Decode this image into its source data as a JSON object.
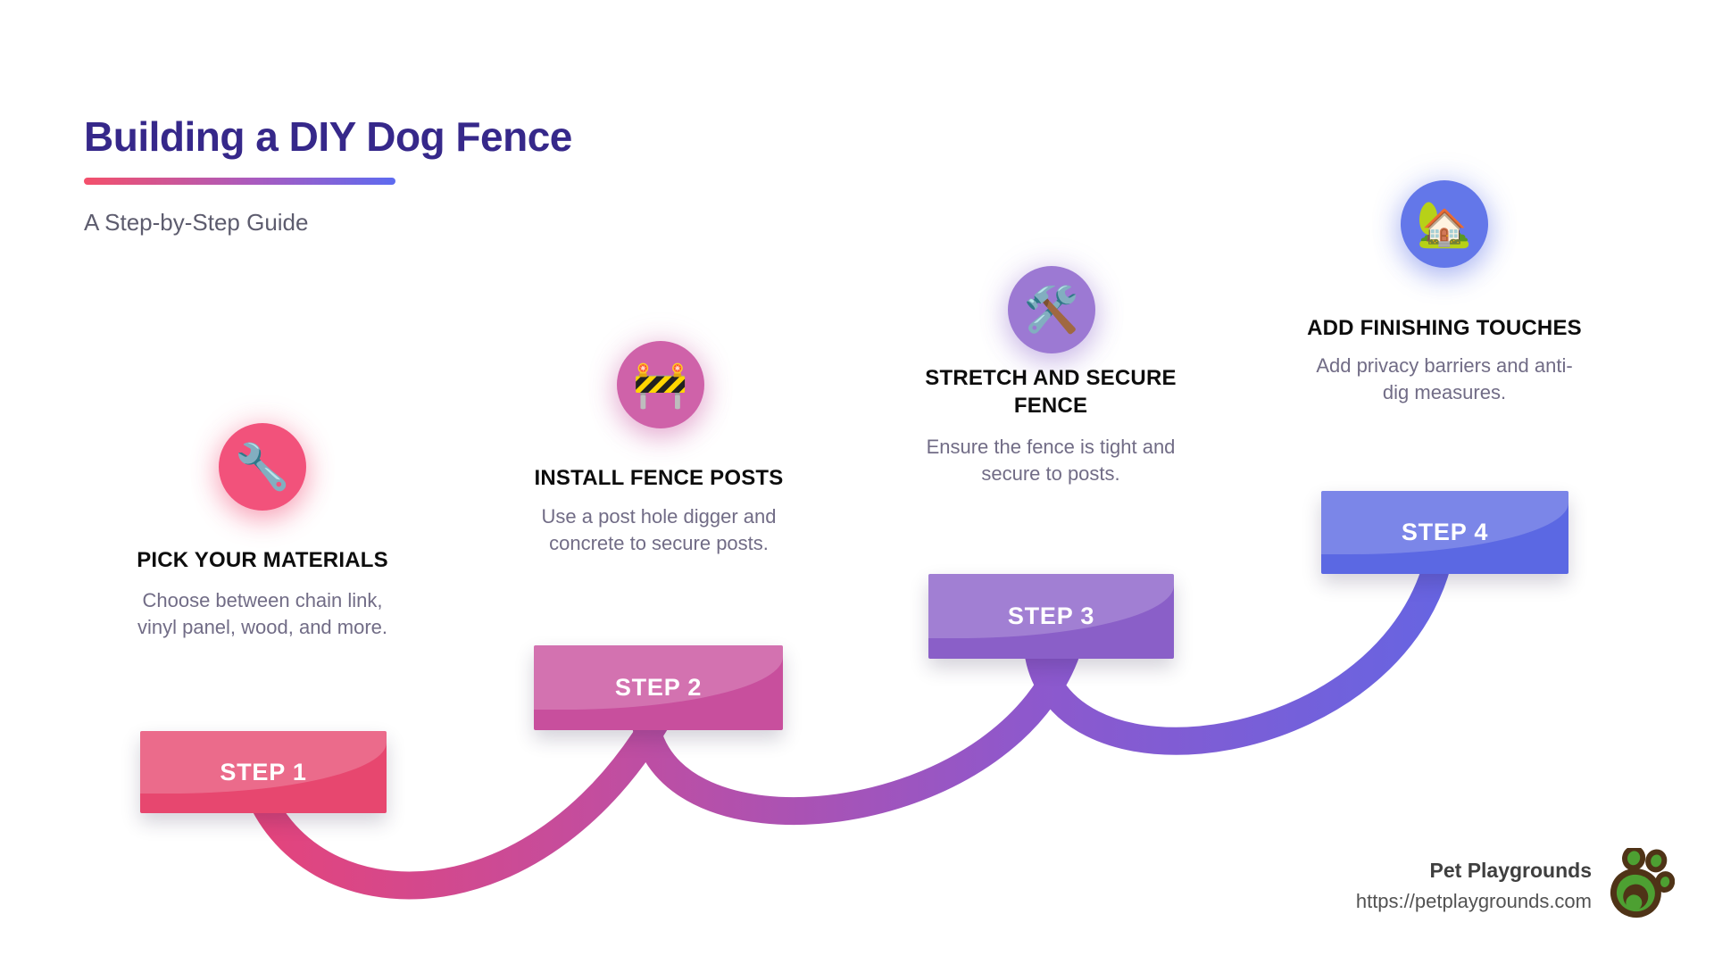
{
  "header": {
    "title": "Building a DIY Dog Fence",
    "subtitle": "A Step-by-Step Guide"
  },
  "steps": [
    {
      "label": "STEP 1",
      "icon": "🔧",
      "icon_name": "wrench-icon",
      "heading": "PICK YOUR MATERIALS",
      "description": "Choose between chain link,\nvinyl panel, wood, and more.",
      "accent": "#E7476F",
      "circle_color": "#F2527B"
    },
    {
      "label": "STEP 2",
      "icon": "🚧",
      "icon_name": "construction-barrier-icon",
      "heading": "INSTALL FENCE POSTS",
      "description": "Use a post hole digger and\nconcrete to secure posts.",
      "accent": "#C84F9D",
      "circle_color": "#CF62A9"
    },
    {
      "label": "STEP 3",
      "icon": "🛠️",
      "icon_name": "hammer-and-wrench-icon",
      "heading": "STRETCH AND SECURE\nFENCE",
      "description": "Ensure the fence is tight and\nsecure to posts.",
      "accent": "#8A5FC8",
      "circle_color": "#9C79D3"
    },
    {
      "label": "STEP 4",
      "icon": "🏡",
      "icon_name": "house-with-garden-icon",
      "heading": "ADD FINISHING TOUCHES",
      "description": "Add privacy barriers and anti-\ndig measures.",
      "accent": "#5B68E3",
      "circle_color": "#6377E9"
    }
  ],
  "footer": {
    "brand": "Pet Playgrounds",
    "url": "https://petplaygrounds.com"
  },
  "colors": {
    "title_text": "#36288A",
    "subtitle_text": "#5D5C6E",
    "heading_text": "#0D0D0D",
    "body_text": "#716C86",
    "underline_gradient_start": "#F4506B",
    "underline_gradient_end": "#5D6BF0",
    "connector_gradient": [
      "#EF4170",
      "#C34D9E",
      "#8E58CC",
      "#5B68E8"
    ],
    "logo_green": "#4DA032",
    "logo_brown": "#4F3317"
  }
}
